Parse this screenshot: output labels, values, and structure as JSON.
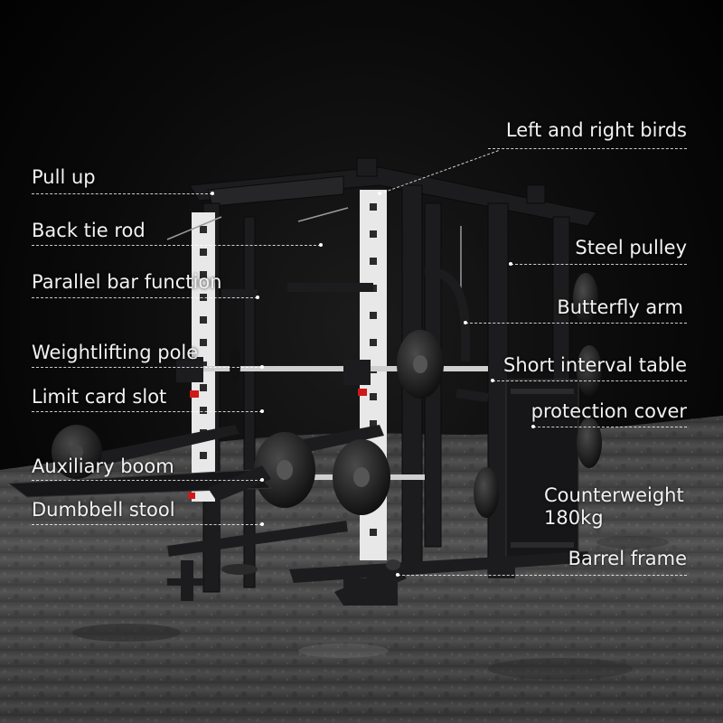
{
  "labels": {
    "pull_up": "Pull up",
    "back_tie_rod": "Back tie rod",
    "parallel_bar_function": "Parallel bar function",
    "weightlifting_pole": "Weightlifting pole",
    "limit_card_slot": "Limit card slot",
    "auxiliary_boom": "Auxiliary boom",
    "dumbbell_stool": "Dumbbell stool",
    "left_and_right_birds": "Left and right birds",
    "steel_pulley": "Steel pulley",
    "butterfly_arm": "Butterfly arm",
    "short_interval_table": "Short interval table",
    "protection_cover": "protection cover",
    "counterweight": "Counterweight\n180kg",
    "barrel_frame": "Barrel frame"
  },
  "colors": {
    "frame": "#1c1c1e",
    "upright_white": "#e8e8e8",
    "accent_red": "#d01818",
    "ground": "#5a5a5a"
  }
}
